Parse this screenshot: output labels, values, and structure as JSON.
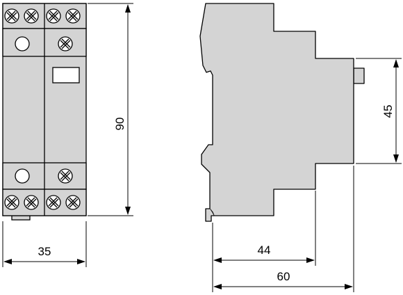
{
  "dimensions": {
    "front_width": "35",
    "front_height": "90",
    "side_depth_44": "44",
    "side_depth_60": "60",
    "side_step_height": "45"
  },
  "colors": {
    "body_fill": "#d4d4d4",
    "line": "#000000",
    "background": "#ffffff"
  }
}
